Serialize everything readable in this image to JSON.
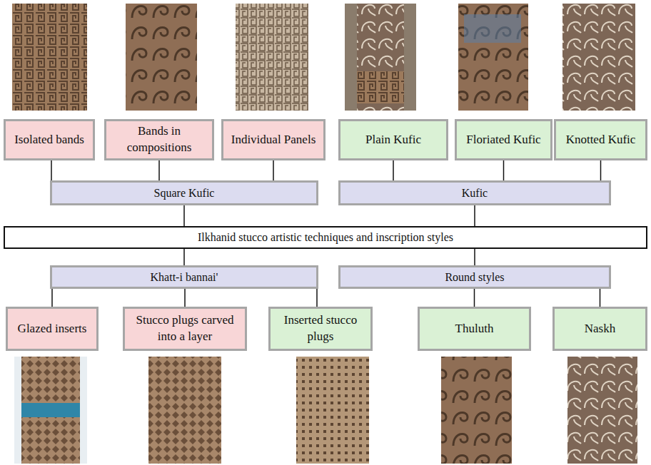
{
  "diagram": {
    "nodes": [
      {
        "text": [
          "Isolated bands"
        ]
      },
      {
        "text": [
          "Bands in compositions"
        ]
      },
      {
        "text": [
          "Individual Panels"
        ]
      },
      {
        "text": [
          "Plain Kufic"
        ]
      },
      {
        "text": [
          "Floriated Kufic"
        ]
      },
      {
        "text": [
          "Knotted Kufic"
        ]
      },
      {
        "text": [
          "Square Kufic"
        ]
      },
      {
        "text": [
          "Kufic"
        ]
      },
      {
        "text": [
          "Ilkhanid stucco artistic techniques and inscription styles"
        ]
      },
      {
        "text": [
          "Khatt-i bannai'"
        ]
      },
      {
        "text": [
          "Round styles"
        ]
      },
      {
        "text": [
          "Glazed inserts"
        ]
      },
      {
        "text": [
          "Stucco plugs carved into a layer"
        ]
      },
      {
        "text": [
          "Inserted stucco plugs"
        ]
      },
      {
        "text": [
          "Thuluth"
        ]
      },
      {
        "text": [
          "Naskh"
        ]
      }
    ],
    "edges": [
      {
        "from": 6,
        "to": 0,
        "arrow": "none"
      },
      {
        "from": 6,
        "to": 1,
        "arrow": "none"
      },
      {
        "from": 6,
        "to": 2,
        "arrow": "none"
      },
      {
        "from": 7,
        "to": 3,
        "arrow": "none"
      },
      {
        "from": 7,
        "to": 4,
        "arrow": "none"
      },
      {
        "from": 7,
        "to": 5,
        "arrow": "none"
      },
      {
        "from": 8,
        "to": 6,
        "arrow": "none"
      },
      {
        "from": 8,
        "to": 7,
        "arrow": "none"
      },
      {
        "from": 8,
        "to": 9,
        "arrow": "none"
      },
      {
        "from": 8,
        "to": 10,
        "arrow": "none"
      },
      {
        "from": 9,
        "to": 11,
        "arrow": "none"
      },
      {
        "from": 9,
        "to": 12,
        "arrow": "none"
      },
      {
        "from": 9,
        "to": 13,
        "arrow": "none"
      },
      {
        "from": 10,
        "to": 14,
        "arrow": "none"
      },
      {
        "from": 10,
        "to": 15,
        "arrow": "none"
      }
    ]
  }
}
